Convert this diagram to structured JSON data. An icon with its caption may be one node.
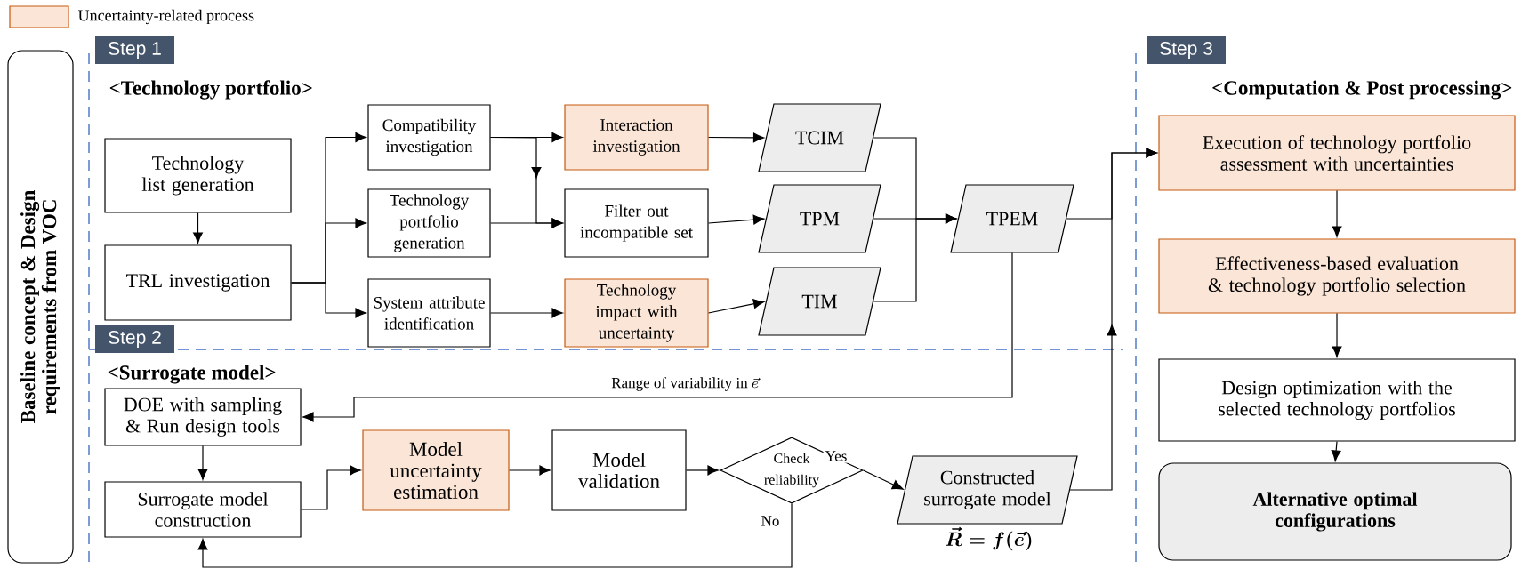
{
  "diagram": {
    "nodes": [
      {
        "text": [
          "Baseline concept & Design requirements from VOC"
        ]
      },
      {
        "text": [
          "Technology list generation"
        ]
      },
      {
        "text": [
          "TRL investigation"
        ]
      },
      {
        "text": [
          "Compatibility investigation"
        ]
      },
      {
        "text": [
          "Technology portfolio generation"
        ]
      },
      {
        "text": [
          "System attribute identification"
        ]
      },
      {
        "text": [
          "Interaction investigation"
        ]
      },
      {
        "text": [
          "Filter out incompatible set"
        ]
      },
      {
        "text": [
          "Technology impact with uncertainty"
        ]
      },
      {
        "text": [
          "TCIM"
        ]
      },
      {
        "text": [
          "TPM"
        ]
      },
      {
        "text": [
          "TIM"
        ]
      },
      {
        "text": [
          "TPEM"
        ]
      },
      {
        "text": [
          "Execution of technology portfolio assessment with uncertainties"
        ]
      },
      {
        "text": [
          "Effectiveness-based evaluation & technology portfolio selection"
        ]
      },
      {
        "text": [
          "Design optimization with the selected technology portfolios"
        ]
      },
      {
        "text": [
          "Alternative optimal configurations"
        ]
      },
      {
        "text": [
          "DOE with sampling & Run design tools"
        ]
      },
      {
        "text": [
          "Surrogate model construction"
        ]
      },
      {
        "text": [
          "Model uncertainty estimation"
        ]
      },
      {
        "text": [
          "Model validation"
        ]
      },
      {
        "text": [
          "Check reliability"
        ]
      },
      {
        "text": [
          "Constructed surrogate model"
        ],
        "beside": [
          "\\boldsymbol{\\vec{R}=f(\\vec{e})}"
        ]
      }
    ],
    "edges": [
      {
        "from": 1,
        "to": 2,
        "arrow": "to"
      },
      {
        "from": 2,
        "to": 3,
        "arrow": "to"
      },
      {
        "from": 2,
        "to": 4,
        "arrow": "to"
      },
      {
        "from": 2,
        "to": 5,
        "arrow": "to"
      },
      {
        "from": 3,
        "to": 6,
        "arrow": "to"
      },
      {
        "from": 3,
        "to": 7,
        "arrow": "to"
      },
      {
        "from": 4,
        "to": 7,
        "arrow": "to"
      },
      {
        "from": 5,
        "to": 8,
        "arrow": "to"
      },
      {
        "from": 6,
        "to": 9,
        "arrow": "to"
      },
      {
        "from": 7,
        "to": 10,
        "arrow": "to"
      },
      {
        "from": 8,
        "to": 11,
        "arrow": "to"
      },
      {
        "from": 9,
        "to": 12,
        "arrow": "to"
      },
      {
        "from": 10,
        "to": 12,
        "arrow": "to"
      },
      {
        "from": 11,
        "to": 12,
        "arrow": "to"
      },
      {
        "from": 12,
        "to": 13,
        "arrow": "to"
      },
      {
        "from": 22,
        "to": 13,
        "arrow": "to"
      },
      {
        "from": 13,
        "to": 14,
        "arrow": "to"
      },
      {
        "from": 14,
        "to": 15,
        "arrow": "to"
      },
      {
        "from": 15,
        "to": 16,
        "arrow": "to"
      },
      {
        "from": 12,
        "to": 17,
        "arrow": "to",
        "label": "\\text{Range of variability in }\\vec{e}"
      },
      {
        "from": 17,
        "to": 18,
        "arrow": "to"
      },
      {
        "from": 18,
        "to": 19,
        "arrow": "to"
      },
      {
        "from": 19,
        "to": 20,
        "arrow": "to"
      },
      {
        "from": 20,
        "to": 21,
        "arrow": "to"
      },
      {
        "from": 21,
        "to": 22,
        "arrow": "to",
        "label": "Yes"
      },
      {
        "from": 21,
        "to": 18,
        "arrow": "to",
        "label": "No"
      }
    ],
    "labels": [
      "Step 1",
      "<Technology portfolio>",
      "Step 2",
      "<Surrogate model>",
      "Step 3",
      "<Computation & Post processing>"
    ],
    "legend": [
      {
        "text": "Uncertainty-related process",
        "color": "#fbe5d6"
      }
    ]
  }
}
